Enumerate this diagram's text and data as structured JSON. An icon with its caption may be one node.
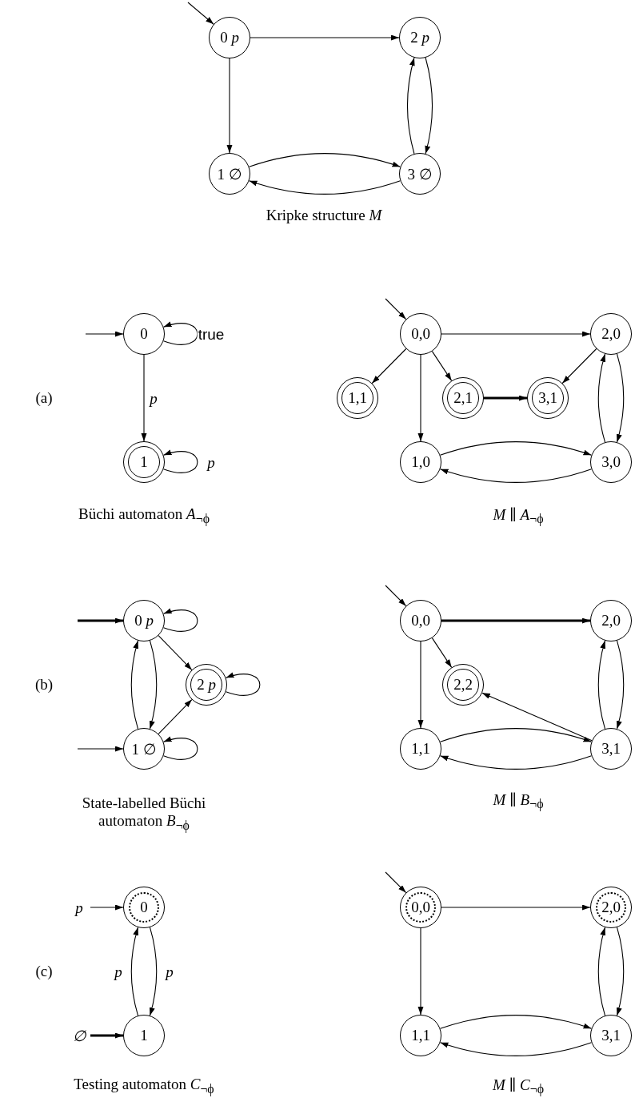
{
  "diagram": {
    "nodes": [
      {
        "text": [
          "0 *p*"
        ]
      },
      {
        "text": [
          "2 *p*"
        ]
      },
      {
        "text": [
          "1 ∅"
        ]
      },
      {
        "text": [
          "3 ∅"
        ]
      },
      {
        "text": [
          "0"
        ]
      },
      {
        "text": [
          "1"
        ]
      },
      {
        "text": [
          "0,0"
        ]
      },
      {
        "text": [
          "2,0"
        ]
      },
      {
        "text": [
          "1,1"
        ]
      },
      {
        "text": [
          "2,1"
        ]
      },
      {
        "text": [
          "3,1"
        ]
      },
      {
        "text": [
          "1,0"
        ]
      },
      {
        "text": [
          "3,0"
        ]
      },
      {
        "text": [
          "0 *p*"
        ]
      },
      {
        "text": [
          "2 *p*"
        ]
      },
      {
        "text": [
          "1 ∅"
        ]
      },
      {
        "text": [
          "0,0"
        ]
      },
      {
        "text": [
          "2,0"
        ]
      },
      {
        "text": [
          "2,2"
        ]
      },
      {
        "text": [
          "1,1"
        ]
      },
      {
        "text": [
          "3,1"
        ]
      },
      {
        "text": [
          "0"
        ]
      },
      {
        "text": [
          "1"
        ]
      },
      {
        "text": [
          "0,0"
        ]
      },
      {
        "text": [
          "2,0"
        ]
      },
      {
        "text": [
          "1,1"
        ]
      },
      {
        "text": [
          "3,1"
        ]
      }
    ],
    "edges": [
      {
        "from": null,
        "to": 0,
        "arrow": "to"
      },
      {
        "from": 0,
        "to": 1,
        "arrow": "to"
      },
      {
        "from": 0,
        "to": 2,
        "arrow": "to"
      },
      {
        "from": 1,
        "to": 3,
        "arrow": "to"
      },
      {
        "from": 3,
        "to": 1,
        "arrow": "to"
      },
      {
        "from": 2,
        "to": 3,
        "arrow": "to"
      },
      {
        "from": 3,
        "to": 2,
        "arrow": "to"
      },
      {
        "from": null,
        "to": 4,
        "arrow": "to"
      },
      {
        "from": 4,
        "to": 4,
        "arrow": "to",
        "label": "true"
      },
      {
        "from": 4,
        "to": 5,
        "arrow": "to",
        "label": "p"
      },
      {
        "from": 5,
        "to": 5,
        "arrow": "to",
        "label": "p"
      },
      {
        "from": null,
        "to": 6,
        "arrow": "to"
      },
      {
        "from": 6,
        "to": 7,
        "arrow": "to"
      },
      {
        "from": 6,
        "to": 8,
        "arrow": "to"
      },
      {
        "from": 6,
        "to": 9,
        "arrow": "to"
      },
      {
        "from": 6,
        "to": 11,
        "arrow": "to"
      },
      {
        "from": 7,
        "to": 10,
        "arrow": "to"
      },
      {
        "from": 9,
        "to": 10,
        "arrow": "to",
        "style": "thick"
      },
      {
        "from": 7,
        "to": 12,
        "arrow": "to"
      },
      {
        "from": 12,
        "to": 7,
        "arrow": "to"
      },
      {
        "from": 11,
        "to": 12,
        "arrow": "to"
      },
      {
        "from": 12,
        "to": 11,
        "arrow": "to"
      },
      {
        "from": null,
        "to": 13,
        "arrow": "to",
        "style": "thick"
      },
      {
        "from": 13,
        "to": 13,
        "arrow": "to"
      },
      {
        "from": 13,
        "to": 14,
        "arrow": "to"
      },
      {
        "from": 13,
        "to": 15,
        "arrow": "to"
      },
      {
        "from": 15,
        "to": 13,
        "arrow": "to"
      },
      {
        "from": 15,
        "to": 14,
        "arrow": "to"
      },
      {
        "from": 14,
        "to": 14,
        "arrow": "to"
      },
      {
        "from": null,
        "to": 15,
        "arrow": "to"
      },
      {
        "from": 15,
        "to": 15,
        "arrow": "to"
      },
      {
        "from": null,
        "to": 16,
        "arrow": "to"
      },
      {
        "from": 16,
        "to": 17,
        "arrow": "to",
        "style": "thick"
      },
      {
        "from": 16,
        "to": 18,
        "arrow": "to"
      },
      {
        "from": 16,
        "to": 19,
        "arrow": "to"
      },
      {
        "from": 20,
        "to": 18,
        "arrow": "to"
      },
      {
        "from": 17,
        "to": 20,
        "arrow": "to"
      },
      {
        "from": 20,
        "to": 17,
        "arrow": "to"
      },
      {
        "from": 19,
        "to": 20,
        "arrow": "to"
      },
      {
        "from": 20,
        "to": 19,
        "arrow": "to"
      },
      {
        "from": null,
        "to": 21,
        "arrow": "to",
        "label": "p"
      },
      {
        "from": 21,
        "to": 22,
        "arrow": "to",
        "label": "p"
      },
      {
        "from": 22,
        "to": 21,
        "arrow": "to",
        "label": "p"
      },
      {
        "from": null,
        "to": 22,
        "arrow": "to",
        "label": "∅",
        "style": "thick"
      },
      {
        "from": null,
        "to": 23,
        "arrow": "to"
      },
      {
        "from": 23,
        "to": 24,
        "arrow": "to"
      },
      {
        "from": 23,
        "to": 25,
        "arrow": "to"
      },
      {
        "from": 24,
        "to": 26,
        "arrow": "to"
      },
      {
        "from": 26,
        "to": 24,
        "arrow": "to"
      },
      {
        "from": 25,
        "to": 26,
        "arrow": "to"
      },
      {
        "from": 26,
        "to": 25,
        "arrow": "to"
      }
    ],
    "labels": [
      "Kripke structure *M*",
      "(a)",
      "Büchi automaton *A*$_{¬ϕ}$",
      "*M* ∥ *A*$_{¬ϕ}$",
      "(b)",
      "State-labelled Büchi automaton *B*$_{¬ϕ}$",
      "*M* ∥ *B*$_{¬ϕ}$",
      "(c)",
      "Testing automaton *C*$_{¬ϕ}$",
      "*M* ∥ *C*$_{¬ϕ}$"
    ]
  }
}
